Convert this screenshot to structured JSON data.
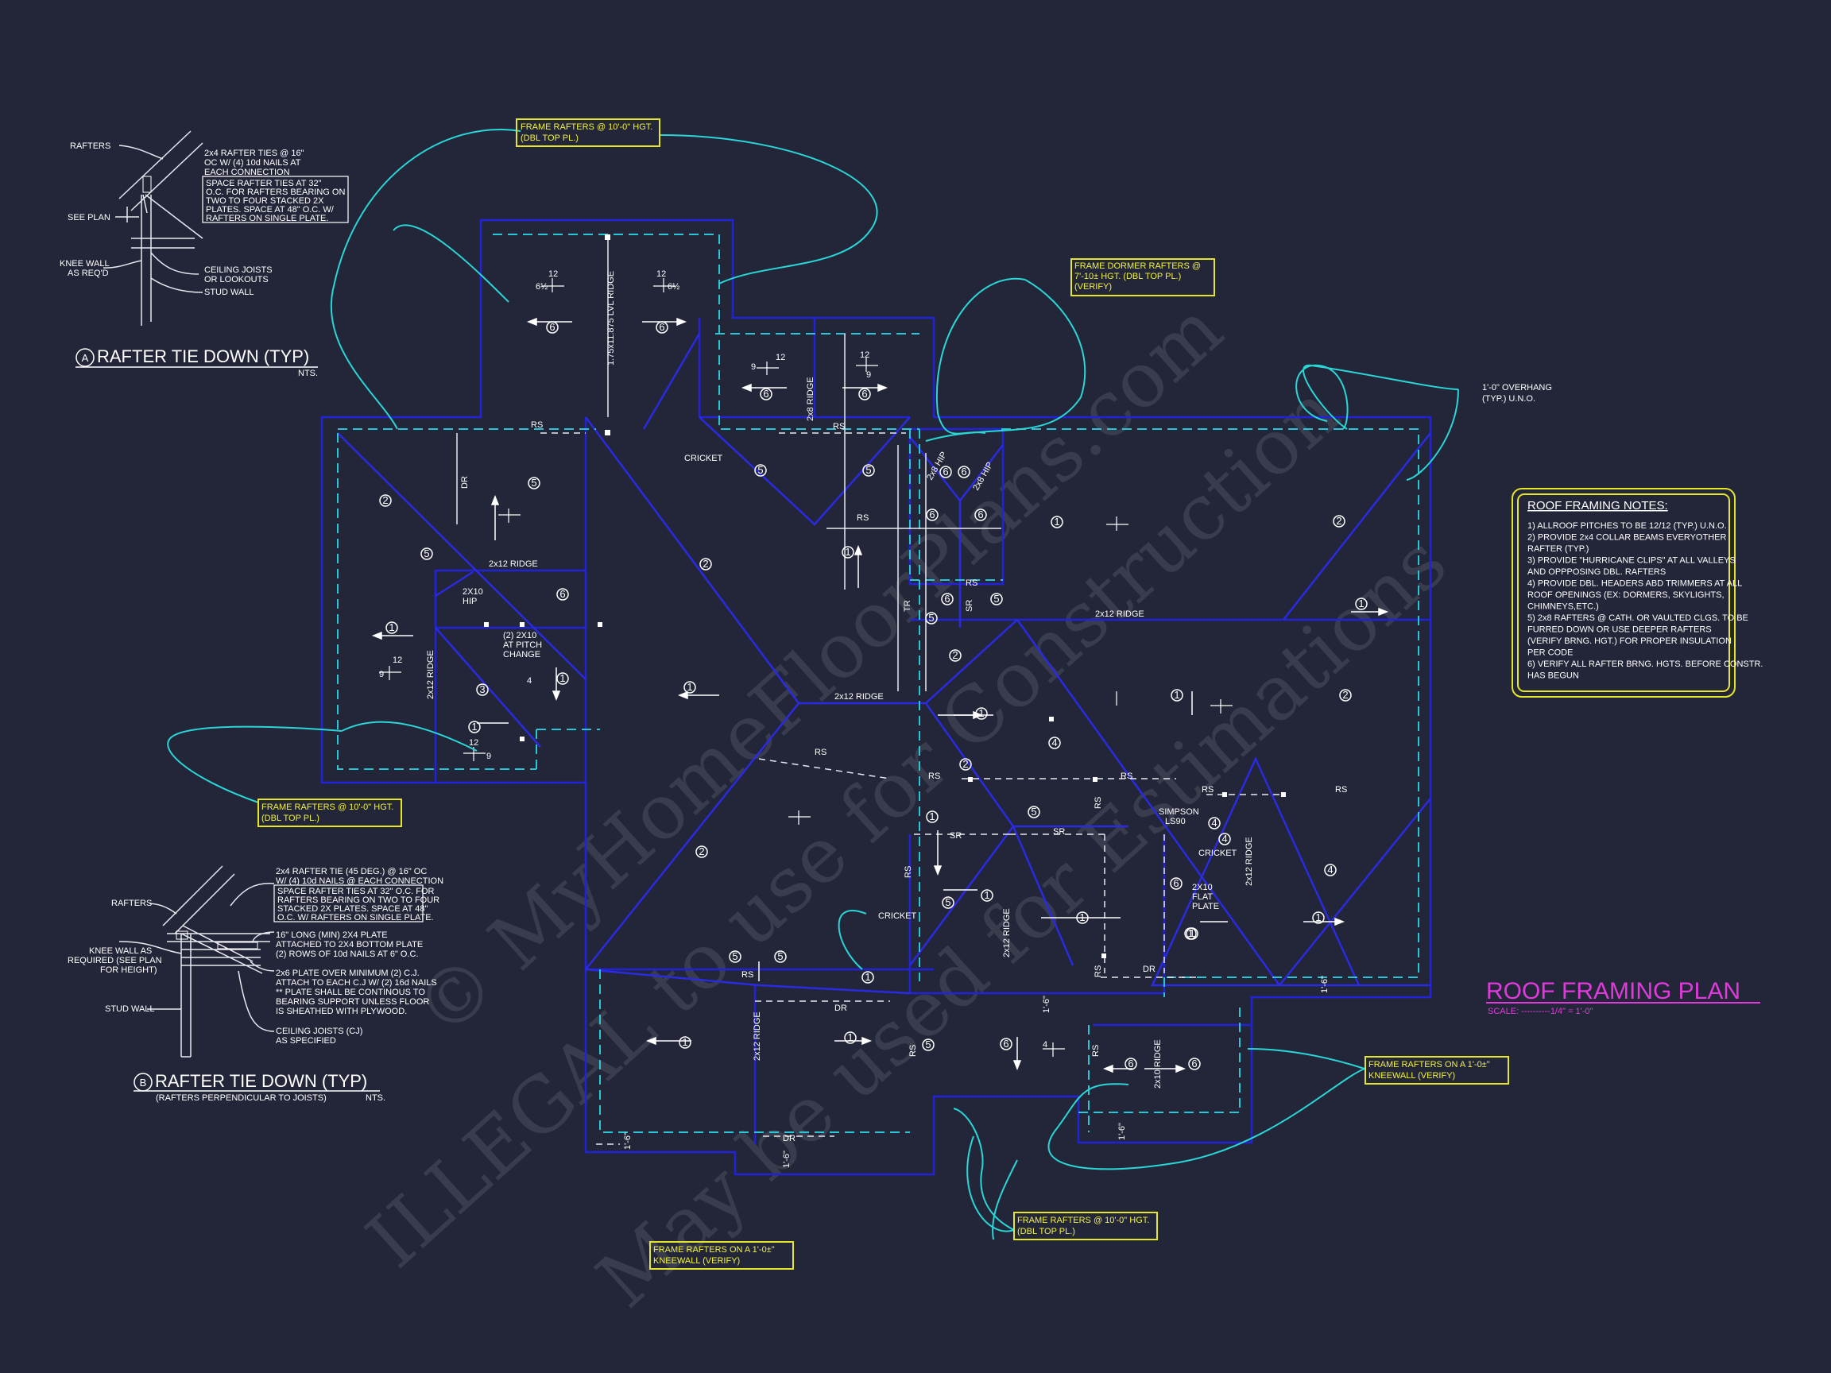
{
  "watermark": {
    "line1": "© MyHomeFloorPlans.com",
    "line2": "ILLEGAL to use for Construction",
    "line3": "May be used for Estimations"
  },
  "title": {
    "main": "ROOF FRAMING PLAN",
    "scale": "SCALE: ----------1/4\" = 1'-0\"",
    "color": "#e03adc"
  },
  "notes": {
    "heading": "ROOF FRAMING NOTES:",
    "items": [
      "1) ALLROOF PITCHES TO BE 12/12 (TYP.) U.N.O.",
      "2) PROVIDE 2x4 COLLAR BEAMS EVERYOTHER",
      "   RAFTER (TYP.)",
      "3) PROVIDE \"HURRICANE CLIPS\" AT ALL VALLEYS",
      "   AND OPPPOSING DBL. RAFTERS",
      "4) PROVIDE DBL. HEADERS ABD TRIMMERS AT ALL",
      "   ROOF OPENINGS (EX: DORMERS, SKYLIGHTS,",
      "   CHIMNEYS,ETC.)",
      "5) 2x8 RAFTERS @ CATH. OR VAULTED CLGS. TO BE",
      "   FURRED DOWN OR USE DEEPER RAFTERS",
      "   (VERIFY BRNG. HGT.) FOR PROPER INSULATION",
      "   PER CODE",
      "6) VERIFY ALL RAFTER BRNG. HGTS. BEFORE CONSTR.",
      "   HAS BEGUN"
    ]
  },
  "callouts": {
    "top": [
      "FRAME RAFTERS @ 10'-0\" HGT.",
      "(DBL TOP PL.)"
    ],
    "dormer": [
      "FRAME DORMER RAFTERS @",
      "7'-10± HGT. (DBL TOP PL.)",
      "(VERIFY)"
    ],
    "left": [
      "FRAME RAFTERS @ 10'-0\" HGT.",
      "(DBL TOP PL.)"
    ],
    "right_knee": [
      "FRAME RAFTERS ON A 1'-0±\"",
      "KNEEWALL (VERIFY)"
    ],
    "bottom_mid": [
      "FRAME RAFTERS @ 10'-0\" HGT.",
      "(DBL TOP PL.)"
    ],
    "bottom_knee": [
      "FRAME RAFTERS ON A 1'-0±\"",
      "KNEEWALL (VERIFY)"
    ],
    "overhang": [
      "1'-0\" OVERHANG",
      "(TYP.) U.N.O."
    ]
  },
  "detail_a": {
    "marker": "A",
    "title": "RAFTER TIE DOWN (TYP)",
    "nts": "NTS.",
    "labels": {
      "rafters": "RAFTERS",
      "see_plan": "SEE PLAN",
      "knee_wall": [
        "KNEE WALL",
        "AS REQ'D"
      ],
      "ceiling": [
        "CEILING JOISTS",
        "OR LOOKOUTS"
      ],
      "stud": "STUD WALL",
      "ties": [
        "2x4 RAFTER TIES @ 16\"",
        "OC W/ (4) 10d NAILS AT",
        "EACH CONNECTION"
      ],
      "box": [
        "SPACE RAFTER TIES AT 32\"",
        "O.C. FOR RAFTERS BEARING ON",
        "TWO TO FOUR STACKED 2X",
        "PLATES.  SPACE AT 48\" O.C. W/",
        "RAFTERS ON SINGLE PLATE."
      ]
    }
  },
  "detail_b": {
    "marker": "B",
    "title": "RAFTER TIE DOWN (TYP)",
    "subtitle": "(RAFTERS PERPENDICULAR TO JOISTS)",
    "nts": "NTS.",
    "labels": {
      "rafters": "RAFTERS",
      "knee_wall": [
        "KNEE WALL AS",
        "REQUIRED (SEE PLAN",
        "FOR HEIGHT)"
      ],
      "stud": "STUD WALL",
      "tie": [
        "2x4 RAFTER TIE (45 DEG.) @ 16\" OC",
        "W/ (4) 10d NAILS @ EACH CONNECTION"
      ],
      "box": [
        "SPACE RAFTER TIES AT 32\" O.C. FOR",
        "RAFTERS BEARING ON  TWO TO FOUR",
        "STACKED 2X PLATES.  SPACE AT 48\"",
        "O.C. W/ RAFTERS ON SINGLE PLATE."
      ],
      "plate": [
        "16\" LONG (MIN) 2X4 PLATE",
        "ATTACHED TO 2X4 BOTTOM PLATE",
        "(2) ROWS OF 10d NAILS AT 6\" O.C."
      ],
      "plate2": [
        "2x6 PLATE OVER MINIMUM (2) C.J.",
        "ATTACH TO EACH C.J W/ (2) 16d NAILS",
        "** PLATE SHALL BE CONTINOUS TO",
        "BEARING SUPPORT UNLESS FLOOR",
        "IS SHEATHED WITH PLYWOOD."
      ],
      "joists": [
        "CEILING JOISTS (CJ)",
        "AS SPECIFIED"
      ]
    }
  },
  "plan_labels": {
    "rs": "RS",
    "sr": "SR",
    "dr": "DR",
    "tr": "TR",
    "cricket": "CRICKET",
    "ridge_2x12": "2x12 RIDGE",
    "ridge_2x8": "2x8 RIDGE",
    "ridge_2x10": "2x10 RIDGE",
    "lvl": "1.75x11.875 LVL RIDGE",
    "hip_2x10": [
      "2X10",
      "HIP"
    ],
    "hip_2x8": "2x8 HIP",
    "pitch_change": [
      "(2) 2X10",
      "AT PITCH",
      "CHANGE"
    ],
    "flat_plate": [
      "2X10",
      "FLAT",
      "PLATE"
    ],
    "simpson": [
      "SIMPSON",
      "LS90"
    ],
    "twelve": "12",
    "six_half": "6½",
    "nine": "9",
    "four": "4",
    "dim_1_6": "1'-6\""
  },
  "circled": [
    "1",
    "2",
    "3",
    "4",
    "5",
    "6"
  ],
  "colors": {
    "background": "#232639",
    "wall": "#2222d8",
    "dash": "#29c7d6",
    "leader": "#2ad6d6",
    "note": "#f2f23a",
    "title": "#e03adc"
  }
}
